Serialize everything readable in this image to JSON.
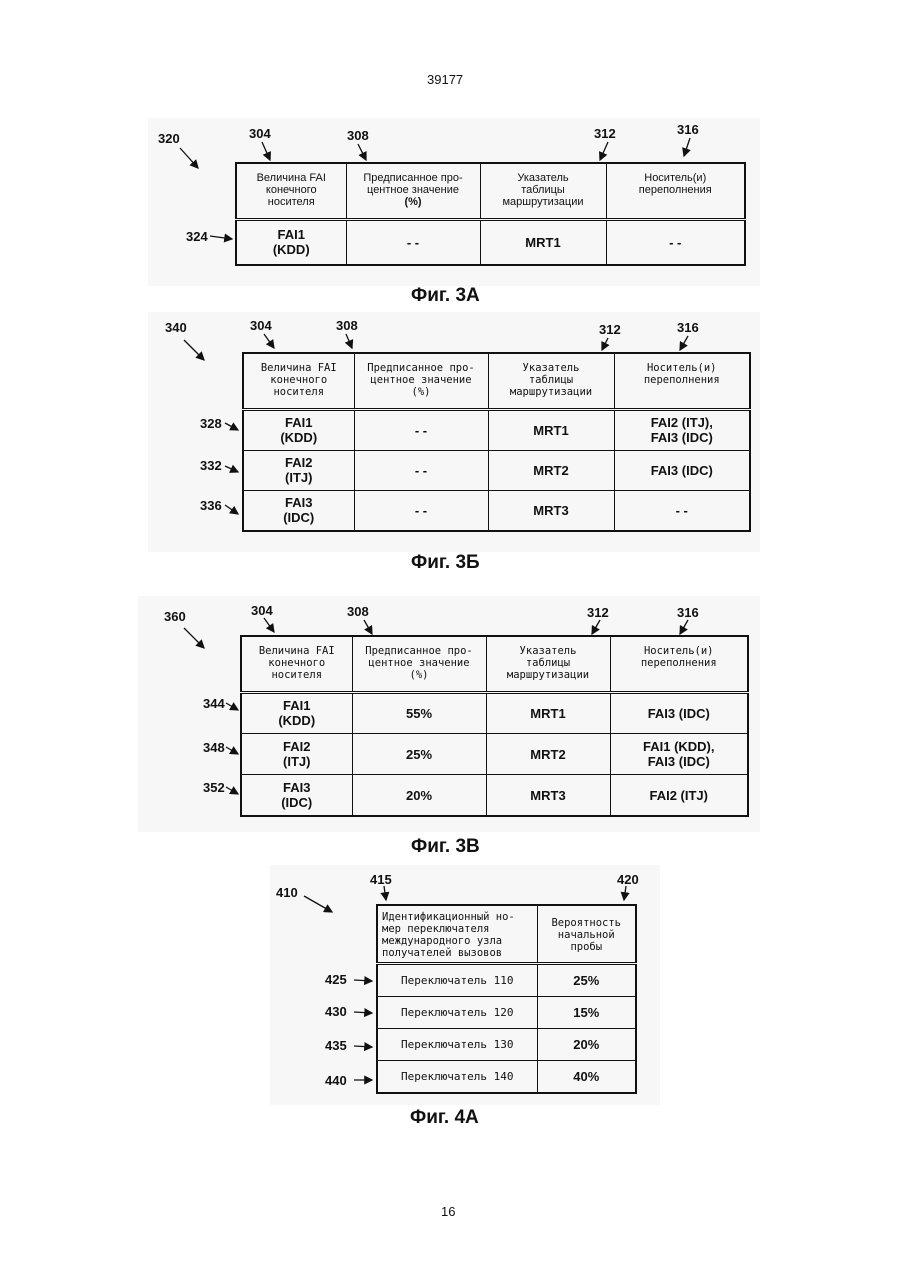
{
  "page": {
    "header_number": "39177",
    "footer_number": "16"
  },
  "fig3a": {
    "ref_main": "320",
    "col_refs": [
      "304",
      "308",
      "312",
      "316"
    ],
    "headers": [
      "Величина FAI конечного носителя",
      "Предписанное процентное значение (%)",
      "Указатель таблицы маршрутизации",
      "Носитель(и) переполнения"
    ],
    "header_lines": [
      [
        "Величина FAI",
        "конечного",
        "носителя"
      ],
      [
        "Предписанное про-",
        "центное значение",
        "(%)"
      ],
      [
        "Указатель",
        "таблицы",
        "маршрутизации"
      ],
      [
        "Носитель(и)",
        "переполнения"
      ]
    ],
    "rows": [
      {
        "ref": "324",
        "cells": [
          [
            "FAI1",
            "(KDD)"
          ],
          [
            "- -"
          ],
          [
            "MRT1"
          ],
          [
            "- -"
          ]
        ]
      }
    ],
    "caption": "Фиг. 3А"
  },
  "fig3b": {
    "ref_main": "340",
    "col_refs": [
      "304",
      "308",
      "312",
      "316"
    ],
    "header_lines": [
      [
        "Величина FAI",
        "конечного",
        "носителя"
      ],
      [
        "Предписанное про-",
        "центное значение",
        "(%)"
      ],
      [
        "Указатель",
        "таблицы",
        "маршрутизации"
      ],
      [
        "Носитель(и)",
        "переполнения"
      ]
    ],
    "rows": [
      {
        "ref": "328",
        "cells": [
          [
            "FAI1",
            "(KDD)"
          ],
          [
            "- -"
          ],
          [
            "MRT1"
          ],
          [
            "FAI2 (ITJ),",
            "FAI3 (IDC)"
          ]
        ]
      },
      {
        "ref": "332",
        "cells": [
          [
            "FAI2",
            "(ITJ)"
          ],
          [
            "- -"
          ],
          [
            "MRT2"
          ],
          [
            "FAI3 (IDC)"
          ]
        ]
      },
      {
        "ref": "336",
        "cells": [
          [
            "FAI3",
            "(IDC)"
          ],
          [
            "- -"
          ],
          [
            "MRT3"
          ],
          [
            "- -"
          ]
        ]
      }
    ],
    "caption": "Фиг. 3Б"
  },
  "fig3c": {
    "ref_main": "360",
    "col_refs": [
      "304",
      "308",
      "312",
      "316"
    ],
    "header_lines": [
      [
        "Величина FAI",
        "конечного",
        "носителя"
      ],
      [
        "Предписанное про-",
        "центное значение",
        "(%)"
      ],
      [
        "Указатель",
        "таблицы",
        "маршрутизации"
      ],
      [
        "Носитель(и)",
        "переполнения"
      ]
    ],
    "rows": [
      {
        "ref": "344",
        "cells": [
          [
            "FAI1",
            "(KDD)"
          ],
          [
            "55%"
          ],
          [
            "MRT1"
          ],
          [
            "FAI3 (IDC)"
          ]
        ]
      },
      {
        "ref": "348",
        "cells": [
          [
            "FAI2",
            "(ITJ)"
          ],
          [
            "25%"
          ],
          [
            "MRT2"
          ],
          [
            "FAI1 (KDD),",
            "FAI3 (IDC)"
          ]
        ]
      },
      {
        "ref": "352",
        "cells": [
          [
            "FAI3",
            "(IDC)"
          ],
          [
            "20%"
          ],
          [
            "MRT3"
          ],
          [
            "FAI2 (ITJ)"
          ]
        ]
      }
    ],
    "caption": "Фиг. 3В"
  },
  "fig4a": {
    "ref_main": "410",
    "col_refs": [
      "415",
      "420"
    ],
    "header_lines": [
      [
        "Идентификационный но-",
        "мер переключателя",
        "международного узла",
        "получателей вызовов"
      ],
      [
        "Вероятность",
        "начальной",
        "пробы"
      ]
    ],
    "rows": [
      {
        "ref": "425",
        "cells": [
          [
            "Переключатель 110"
          ],
          [
            "25%"
          ]
        ]
      },
      {
        "ref": "430",
        "cells": [
          [
            "Переключатель 120"
          ],
          [
            "15%"
          ]
        ]
      },
      {
        "ref": "435",
        "cells": [
          [
            "Переключатель 130"
          ],
          [
            "20%"
          ]
        ]
      },
      {
        "ref": "440",
        "cells": [
          [
            "Переключатель 140"
          ],
          [
            "40%"
          ]
        ]
      }
    ],
    "caption": "Фиг. 4А"
  }
}
